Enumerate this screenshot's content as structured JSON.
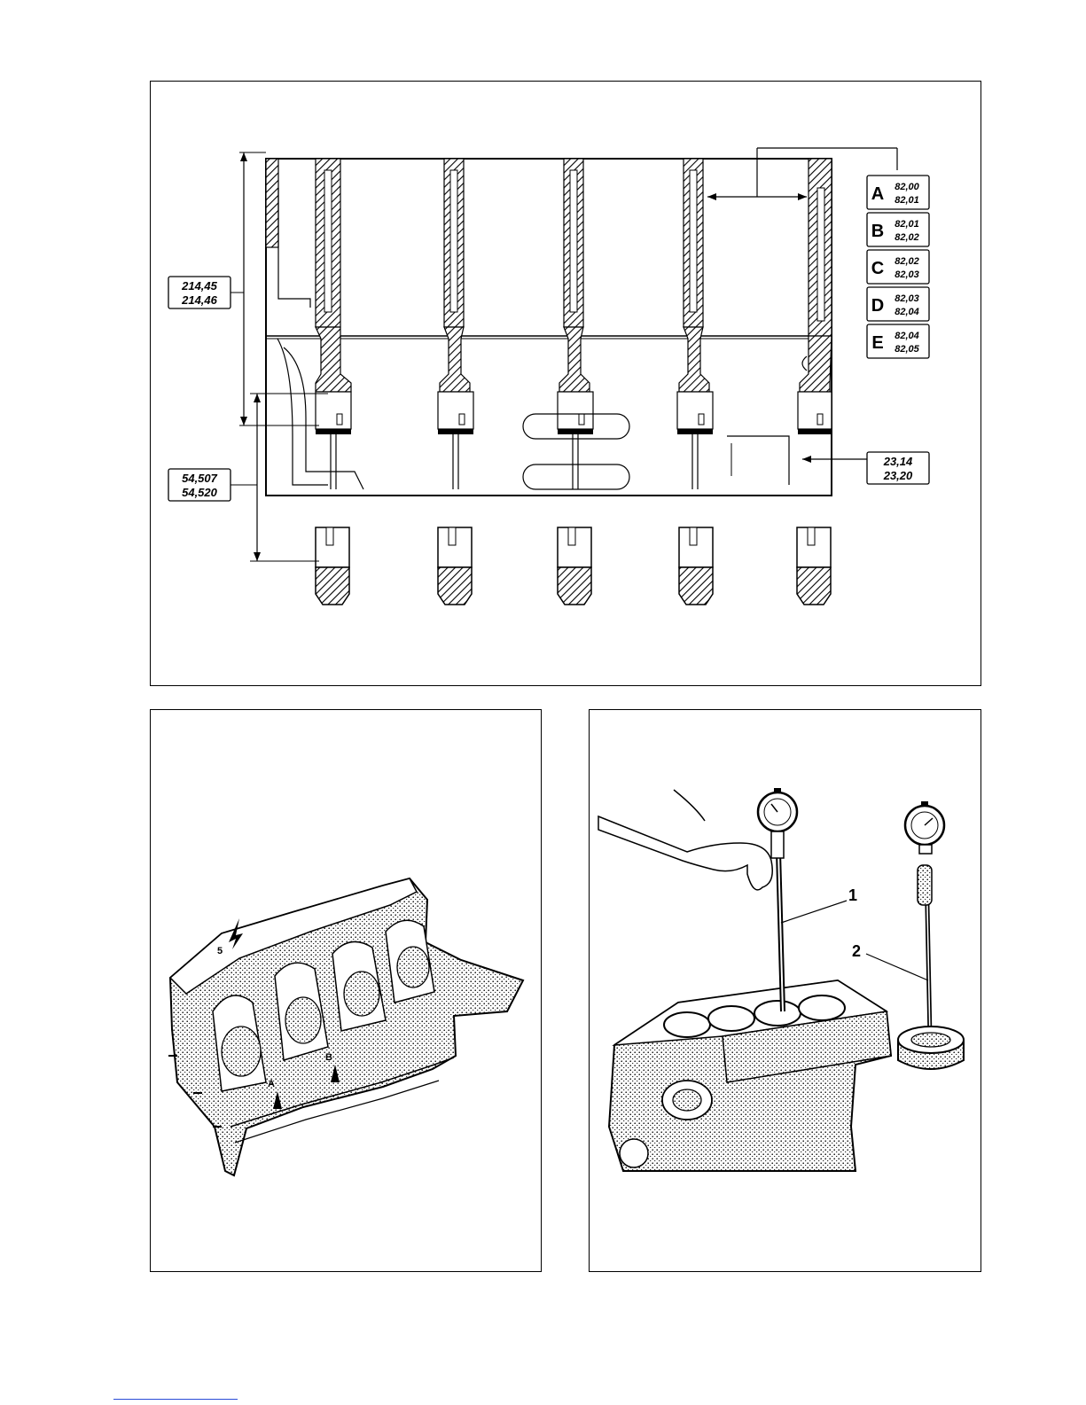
{
  "cylinder_section": {
    "deck_height": {
      "line1": "214,45",
      "line2": "214,46"
    },
    "main_bearing_bore": {
      "line1": "54,507",
      "line2": "54,520"
    },
    "thrust_width": {
      "line1": "23,14",
      "line2": "23,20"
    },
    "bore_grades": [
      {
        "letter": "A",
        "min": "82,00",
        "max": "82,01"
      },
      {
        "letter": "B",
        "min": "82,01",
        "max": "82,02"
      },
      {
        "letter": "C",
        "min": "82,02",
        "max": "82,03"
      },
      {
        "letter": "D",
        "min": "82,03",
        "max": "82,04"
      },
      {
        "letter": "E",
        "min": "82,04",
        "max": "82,05"
      }
    ]
  },
  "crankcase_view": {
    "markers": [
      "5",
      "B",
      "A"
    ]
  },
  "bore_gauge_view": {
    "callouts": [
      "1",
      "2"
    ]
  }
}
